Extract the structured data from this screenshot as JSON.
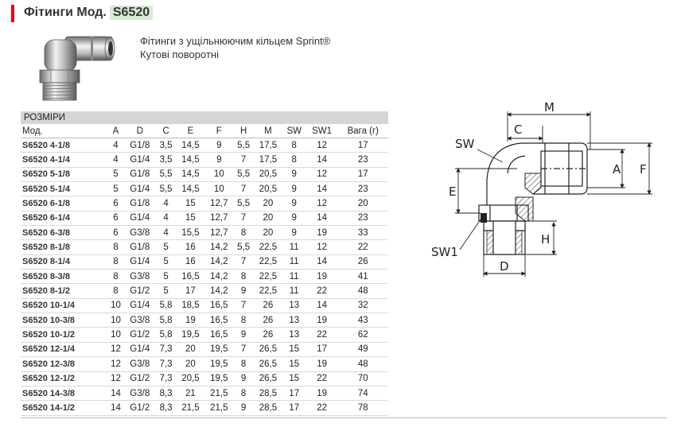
{
  "header": {
    "title": "Фітинги Мод.",
    "code": "S6520",
    "accent_color": "#e2001a",
    "code_bg_color": "#d6ead4"
  },
  "description": {
    "line1": "Фітинги з ущільнюючим кільцем Sprint®",
    "line2": "Кутові поворотні"
  },
  "table": {
    "section_label": "РОЗМІРИ",
    "columns": [
      "Мод.",
      "A",
      "D",
      "C",
      "E",
      "F",
      "H",
      "M",
      "SW",
      "SW1",
      "Вага (г)"
    ],
    "rows": [
      [
        "S6520 4-1/8",
        "4",
        "G1/8",
        "3,5",
        "14,5",
        "9",
        "5,5",
        "17,5",
        "8",
        "12",
        "17"
      ],
      [
        "S6520 4-1/4",
        "4",
        "G1/4",
        "3,5",
        "14,5",
        "9",
        "7",
        "17,5",
        "8",
        "14",
        "23"
      ],
      [
        "S6520 5-1/8",
        "5",
        "G1/8",
        "5,5",
        "14,5",
        "10",
        "5,5",
        "20,5",
        "9",
        "12",
        "17"
      ],
      [
        "S6520 5-1/4",
        "5",
        "G1/4",
        "5,5",
        "14,5",
        "10",
        "7",
        "20,5",
        "9",
        "14",
        "23"
      ],
      [
        "S6520 6-1/8",
        "6",
        "G1/8",
        "4",
        "15",
        "12,7",
        "5,5",
        "20",
        "9",
        "12",
        "20"
      ],
      [
        "S6520 6-1/4",
        "6",
        "G1/4",
        "4",
        "15",
        "12,7",
        "7",
        "20",
        "9",
        "14",
        "23"
      ],
      [
        "S6520 6-3/8",
        "6",
        "G3/8",
        "4",
        "15,5",
        "12,7",
        "8",
        "20",
        "9",
        "19",
        "33"
      ],
      [
        "S6520 8-1/8",
        "8",
        "G1/8",
        "5",
        "16",
        "14,2",
        "5,5",
        "22,5",
        "11",
        "12",
        "22"
      ],
      [
        "S6520 8-1/4",
        "8",
        "G1/4",
        "5",
        "16",
        "14,2",
        "7",
        "22,5",
        "11",
        "14",
        "26"
      ],
      [
        "S6520 8-3/8",
        "8",
        "G3/8",
        "5",
        "16,5",
        "14,2",
        "8",
        "22,5",
        "11",
        "19",
        "41"
      ],
      [
        "S6520 8-1/2",
        "8",
        "G1/2",
        "5",
        "17",
        "14,2",
        "9",
        "22,5",
        "11",
        "22",
        "48"
      ],
      [
        "S6520 10-1/4",
        "10",
        "G1/4",
        "5,8",
        "18,5",
        "16,5",
        "7",
        "26",
        "13",
        "14",
        "32"
      ],
      [
        "S6520 10-3/8",
        "10",
        "G3/8",
        "5,8",
        "19",
        "16,5",
        "8",
        "26",
        "13",
        "19",
        "43"
      ],
      [
        "S6520 10-1/2",
        "10",
        "G1/2",
        "5,8",
        "19,5",
        "16,5",
        "9",
        "26",
        "13",
        "22",
        "62"
      ],
      [
        "S6520 12-1/4",
        "12",
        "G1/4",
        "7,3",
        "20",
        "19,5",
        "7",
        "26,5",
        "15",
        "17",
        "49"
      ],
      [
        "S6520 12-3/8",
        "12",
        "G3/8",
        "7,3",
        "20",
        "19,5",
        "8",
        "26,5",
        "15",
        "19",
        "48"
      ],
      [
        "S6520 12-1/2",
        "12",
        "G1/2",
        "7,3",
        "20,5",
        "19,5",
        "9",
        "26,5",
        "15",
        "22",
        "70"
      ],
      [
        "S6520 14-3/8",
        "14",
        "G3/8",
        "8,3",
        "21",
        "21,5",
        "8",
        "28,5",
        "17",
        "19",
        "74"
      ],
      [
        "S6520 14-1/2",
        "14",
        "G1/2",
        "8,3",
        "21,5",
        "21,5",
        "9",
        "28,5",
        "17",
        "22",
        "78"
      ]
    ]
  },
  "drawing": {
    "labels": {
      "M": "M",
      "C": "C",
      "SW": "SW",
      "A": "A",
      "F": "F",
      "E": "E",
      "H": "H",
      "SW1": "SW1",
      "D": "D"
    }
  }
}
